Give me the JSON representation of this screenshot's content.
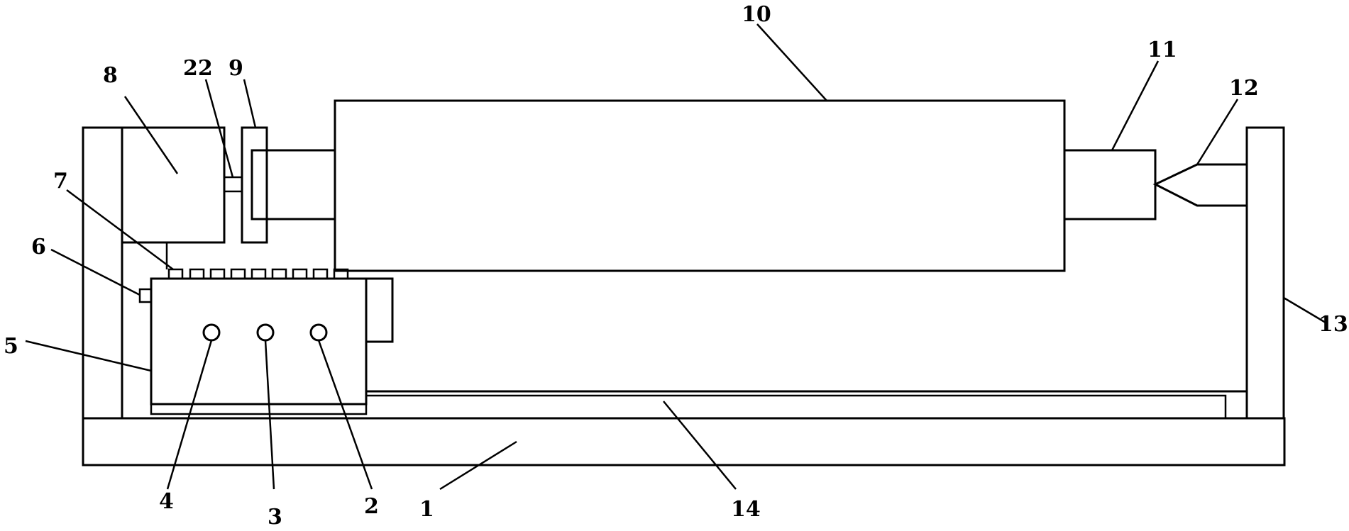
{
  "labels": {
    "l1": "1",
    "l2": "2",
    "l3": "3",
    "l4": "4",
    "l5": "5",
    "l6": "6",
    "l7": "7",
    "l8": "8",
    "l9": "9",
    "l10": "10",
    "l11": "11",
    "l12": "12",
    "l13": "13",
    "l14": "14",
    "l22": "22"
  }
}
